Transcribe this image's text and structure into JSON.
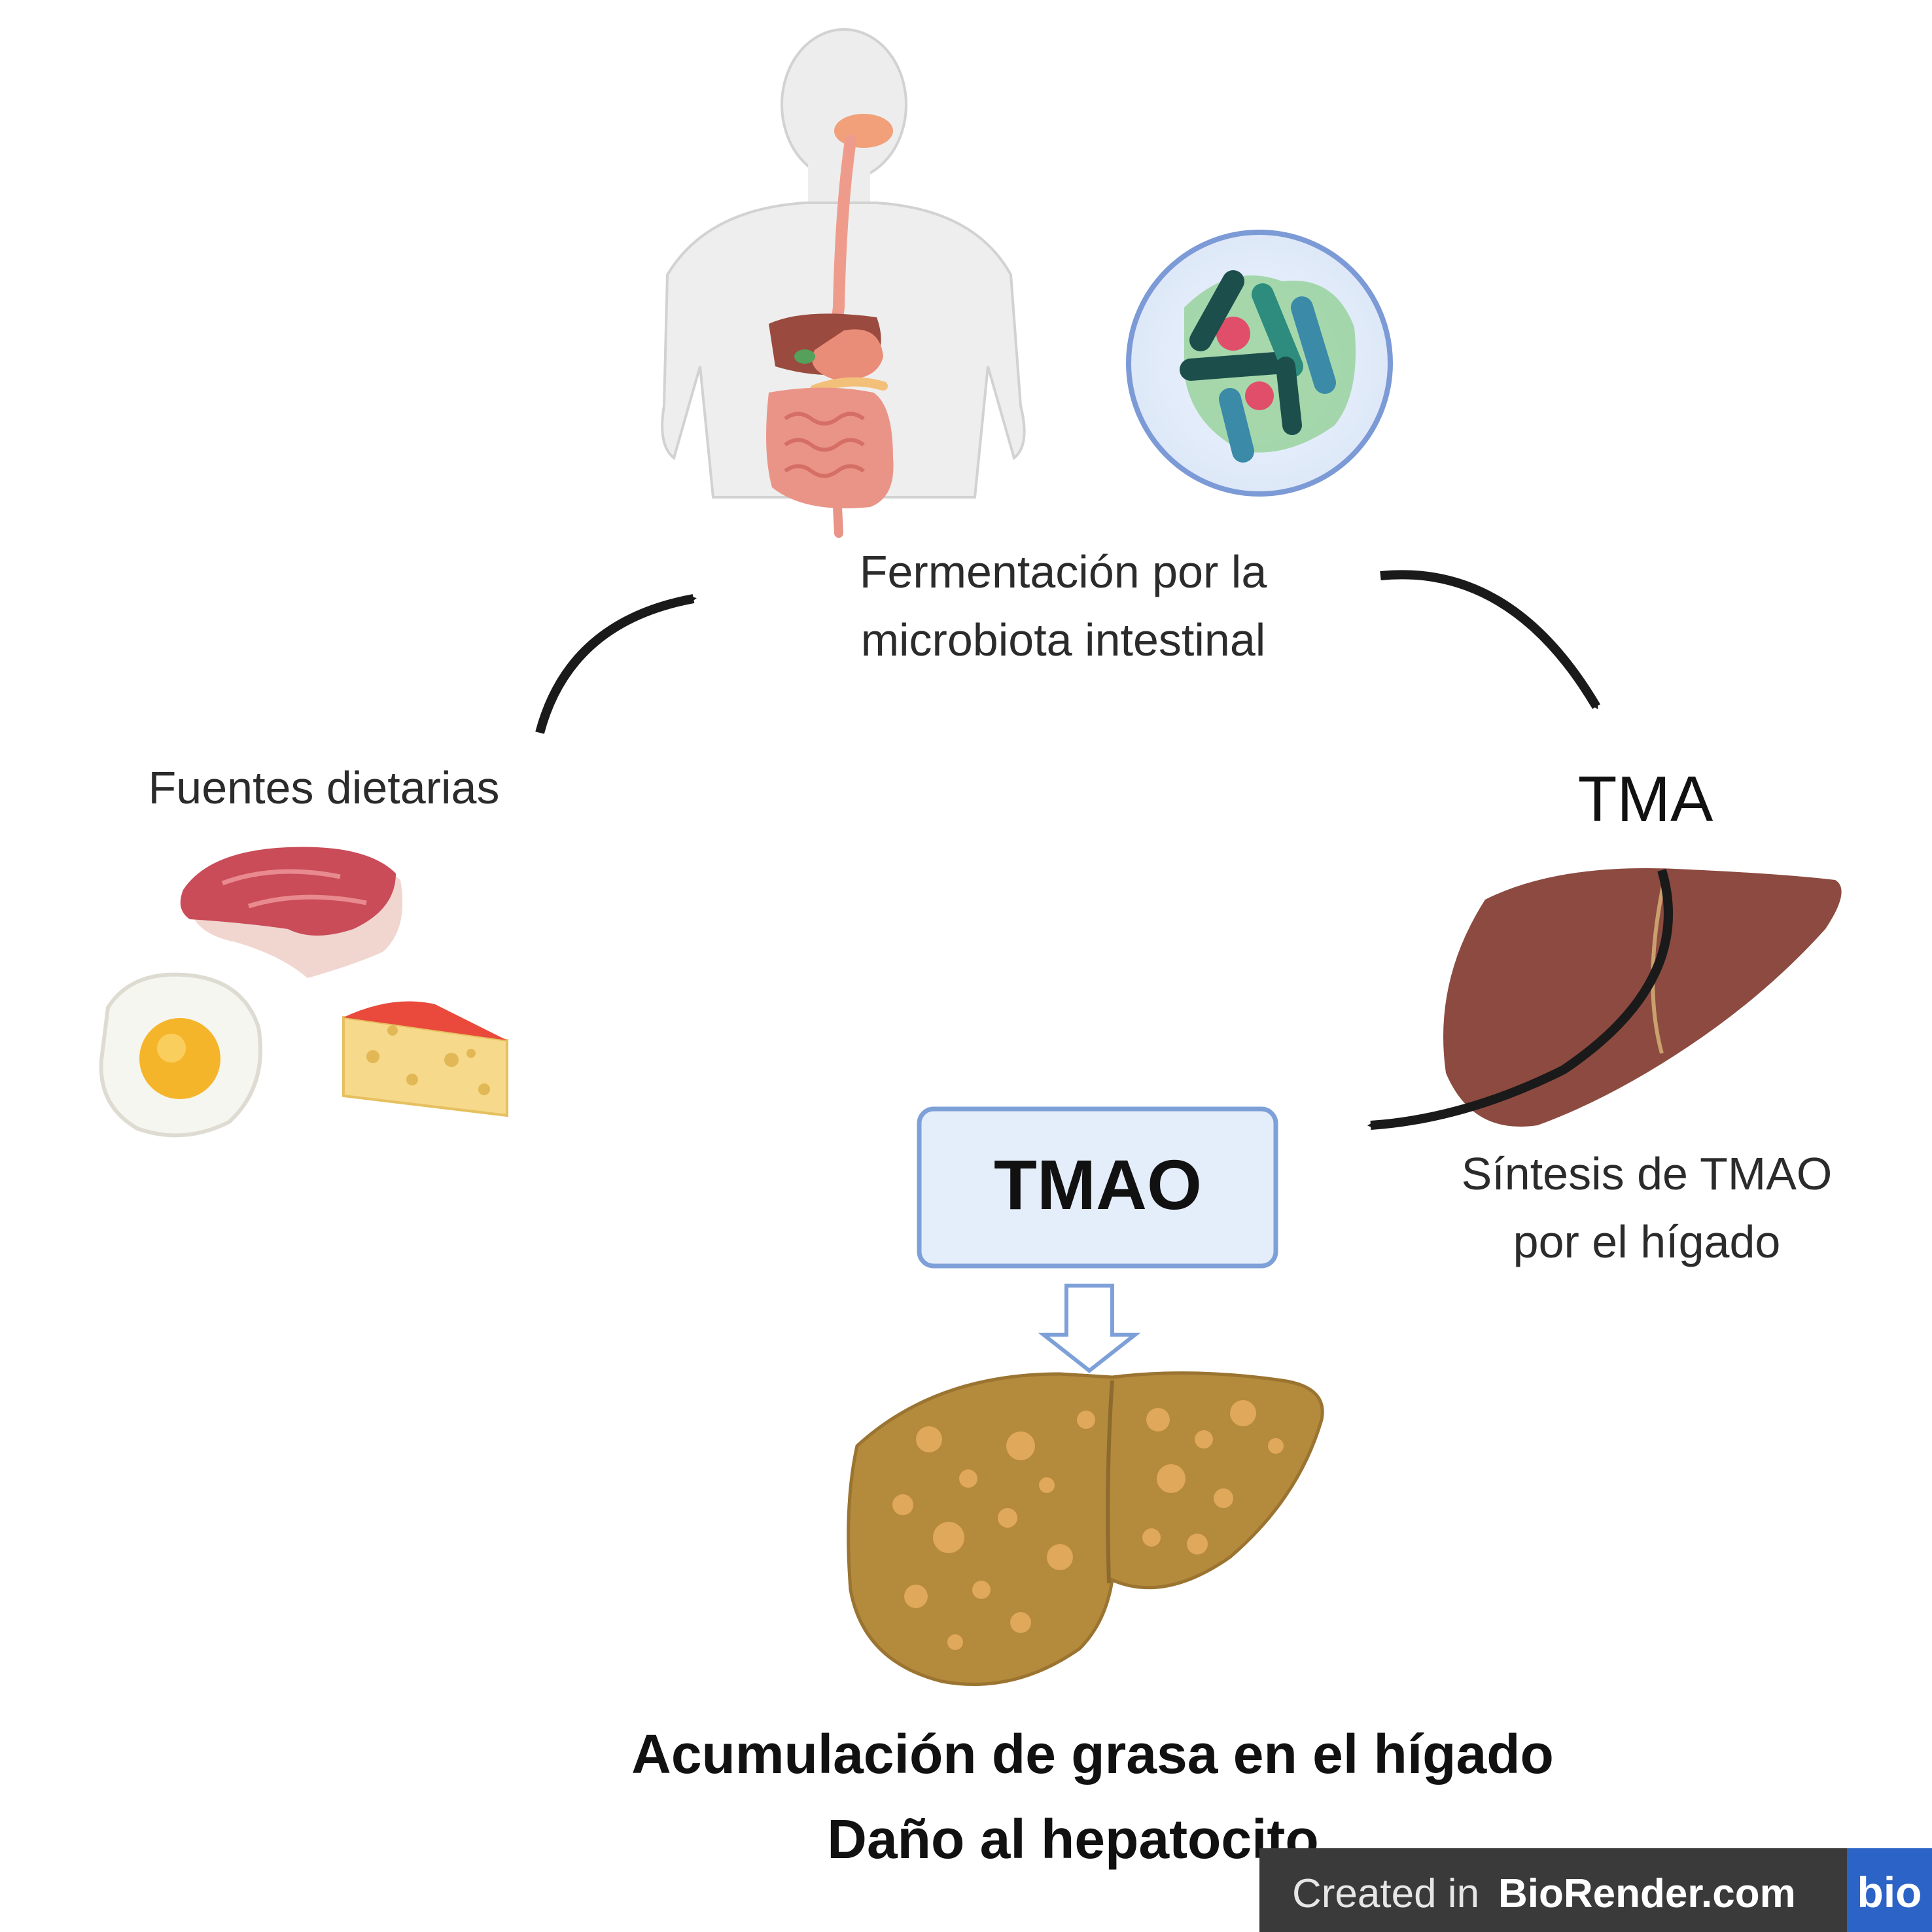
{
  "labels": {
    "fermentation_line1": "Fermentación por la",
    "fermentation_line2": "microbiota intestinal",
    "dietary_sources": "Fuentes dietarias",
    "tma": "TMA",
    "tmao": "TMAO",
    "synthesis_line1": "Síntesis de TMAO",
    "synthesis_line2": "por el hígado",
    "outcome_line1": "Acumulación de grasa en el hígado",
    "outcome_line2": "Daño al hepatocito"
  },
  "watermark": {
    "prefix": "Created in ",
    "brand": "BioRender.com",
    "logo": "bio"
  },
  "icons": {
    "body": "human-digestive-system-icon",
    "microbiota": "gut-bacteria-icon",
    "meat": "meat-steak-icon",
    "egg": "fried-egg-icon",
    "cheese": "cheese-wedge-icon",
    "liver": "healthy-liver-icon",
    "fatty_liver": "fatty-liver-icon"
  },
  "colors": {
    "arrow": "#1a1a1a",
    "tmao_box_fill": "#e4edfa",
    "tmao_box_stroke": "#7ea0d8",
    "liver": "#8c4a40",
    "fatty_liver": "#b48a3c",
    "watermark_bar": "#3a3a3a",
    "watermark_logo": "#2b63c6"
  }
}
